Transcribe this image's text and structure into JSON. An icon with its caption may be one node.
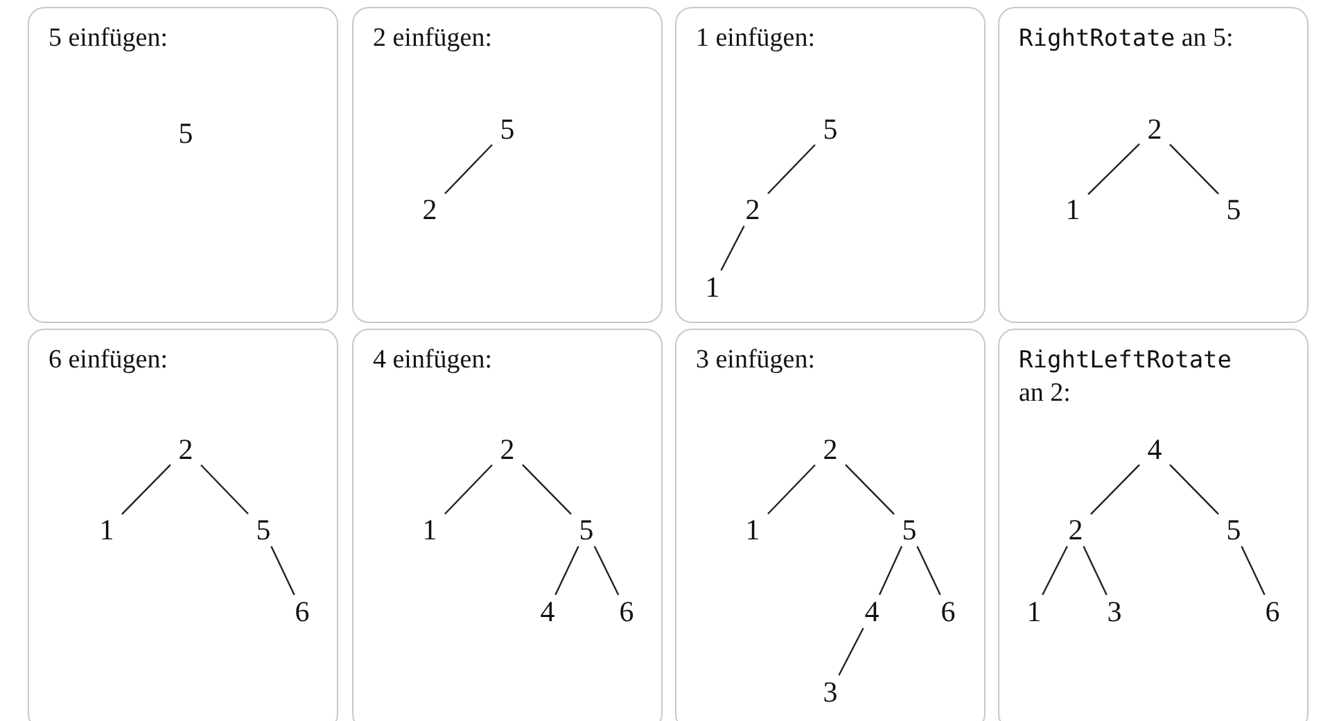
{
  "diagram": {
    "nodes": [
      {
        "text": [
          "5 einfügen:"
        ]
      },
      {
        "text": [
          "5"
        ],
        "in": 0
      },
      {
        "text": [
          "2 einfügen:"
        ]
      },
      {
        "text": [
          "5"
        ],
        "in": 2
      },
      {
        "text": [
          "2"
        ],
        "in": 2
      },
      {
        "text": [
          "1 einfügen:"
        ]
      },
      {
        "text": [
          "5"
        ],
        "in": 5
      },
      {
        "text": [
          "2"
        ],
        "in": 5
      },
      {
        "text": [
          "1"
        ],
        "in": 5
      },
      {
        "text": [
          "RightRotate an 5:"
        ]
      },
      {
        "text": [
          "2"
        ],
        "in": 9
      },
      {
        "text": [
          "1"
        ],
        "in": 9
      },
      {
        "text": [
          "5"
        ],
        "in": 9
      },
      {
        "text": [
          "6 einfügen:"
        ]
      },
      {
        "text": [
          "2"
        ],
        "in": 13
      },
      {
        "text": [
          "1"
        ],
        "in": 13
      },
      {
        "text": [
          "5"
        ],
        "in": 13
      },
      {
        "text": [
          "6"
        ],
        "in": 13
      },
      {
        "text": [
          "4 einfügen:"
        ]
      },
      {
        "text": [
          "2"
        ],
        "in": 18
      },
      {
        "text": [
          "1"
        ],
        "in": 18
      },
      {
        "text": [
          "5"
        ],
        "in": 18
      },
      {
        "text": [
          "4"
        ],
        "in": 18
      },
      {
        "text": [
          "6"
        ],
        "in": 18
      },
      {
        "text": [
          "3 einfügen:"
        ]
      },
      {
        "text": [
          "2"
        ],
        "in": 24
      },
      {
        "text": [
          "1"
        ],
        "in": 24
      },
      {
        "text": [
          "5"
        ],
        "in": 24
      },
      {
        "text": [
          "4"
        ],
        "in": 24
      },
      {
        "text": [
          "6"
        ],
        "in": 24
      },
      {
        "text": [
          "3"
        ],
        "in": 24
      },
      {
        "text": [
          "RightLeftRotate an 2:"
        ]
      },
      {
        "text": [
          "4"
        ],
        "in": 31
      },
      {
        "text": [
          "2"
        ],
        "in": 31
      },
      {
        "text": [
          "5"
        ],
        "in": 31
      },
      {
        "text": [
          "1"
        ],
        "in": 31
      },
      {
        "text": [
          "3"
        ],
        "in": 31
      },
      {
        "text": [
          "6"
        ],
        "in": 31
      }
    ],
    "edges": [
      {
        "from": 3,
        "to": 4,
        "arrow": "none"
      },
      {
        "from": 6,
        "to": 7,
        "arrow": "none"
      },
      {
        "from": 7,
        "to": 8,
        "arrow": "none"
      },
      {
        "from": 10,
        "to": 11,
        "arrow": "none"
      },
      {
        "from": 10,
        "to": 12,
        "arrow": "none"
      },
      {
        "from": 14,
        "to": 15,
        "arrow": "none"
      },
      {
        "from": 14,
        "to": 16,
        "arrow": "none"
      },
      {
        "from": 16,
        "to": 17,
        "arrow": "none"
      },
      {
        "from": 19,
        "to": 20,
        "arrow": "none"
      },
      {
        "from": 19,
        "to": 21,
        "arrow": "none"
      },
      {
        "from": 21,
        "to": 22,
        "arrow": "none"
      },
      {
        "from": 21,
        "to": 23,
        "arrow": "none"
      },
      {
        "from": 25,
        "to": 26,
        "arrow": "none"
      },
      {
        "from": 25,
        "to": 27,
        "arrow": "none"
      },
      {
        "from": 27,
        "to": 28,
        "arrow": "none"
      },
      {
        "from": 27,
        "to": 29,
        "arrow": "none"
      },
      {
        "from": 28,
        "to": 30,
        "arrow": "none"
      },
      {
        "from": 32,
        "to": 33,
        "arrow": "none"
      },
      {
        "from": 32,
        "to": 34,
        "arrow": "none"
      },
      {
        "from": 33,
        "to": 35,
        "arrow": "none"
      },
      {
        "from": 33,
        "to": 36,
        "arrow": "none"
      },
      {
        "from": 34,
        "to": 37,
        "arrow": "none"
      }
    ]
  }
}
